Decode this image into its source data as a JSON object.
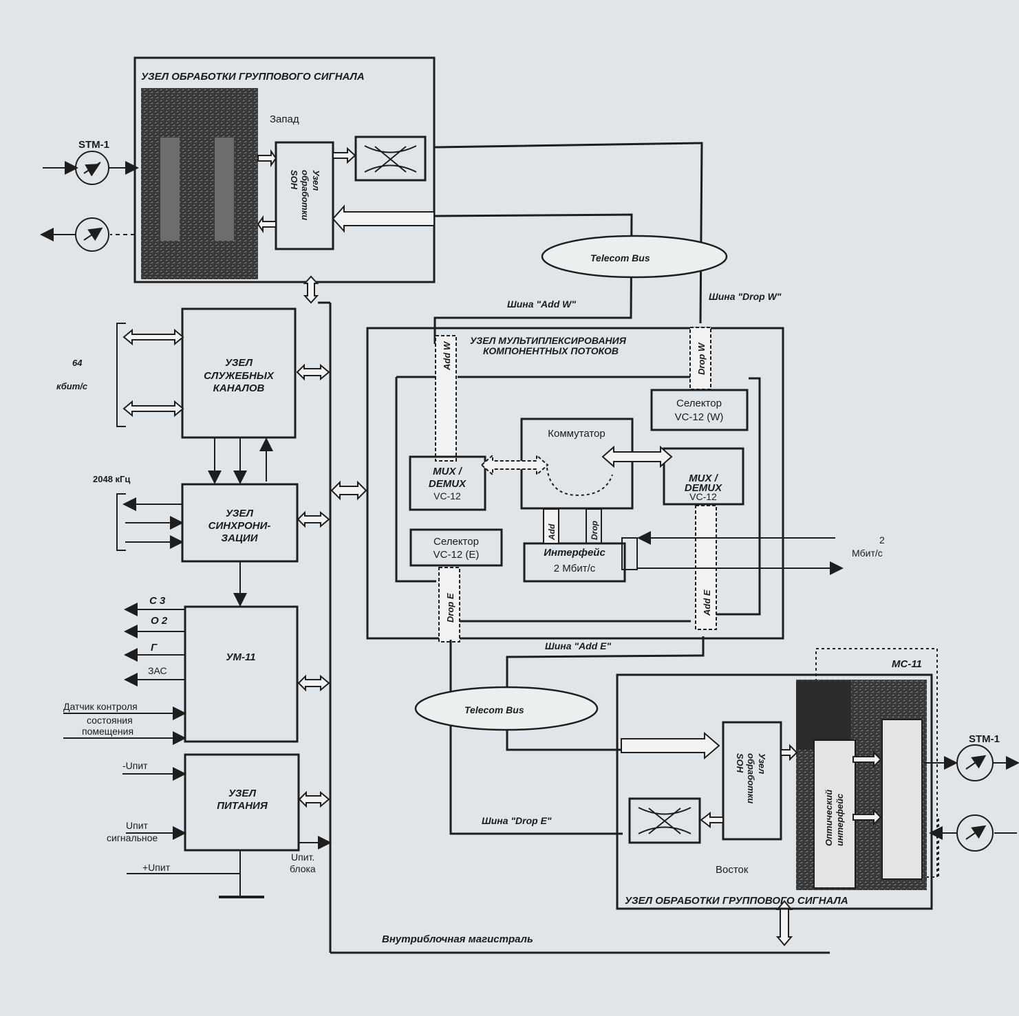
{
  "west": {
    "title": "УЗЕЛ ОБРАБОТКИ ГРУППОВОГО СИГНАЛА",
    "side": "Запад",
    "stm": "STM-1",
    "soh": [
      "Узел",
      "обработки",
      "SOH"
    ]
  },
  "east": {
    "title": "УЗЕЛ ОБРАБОТКИ ГРУППОВОГО СИГНАЛА",
    "side": "Восток",
    "stm": "STM-1",
    "mc": "MC-11",
    "soh": [
      "Узел",
      "обработки",
      "SOH"
    ],
    "optical": [
      "Оптический",
      "интерфейс"
    ]
  },
  "buses": {
    "telecom_top": "Telecom Bus",
    "telecom_bottom": "Telecom Bus",
    "add_w": "Шина \"Add W\"",
    "drop_w": "Шина \"Drop W\"",
    "add_e": "Шина \"Add E\"",
    "drop_e": "Шина \"Drop E\"",
    "internal": "Внутриблочная магистраль"
  },
  "left": {
    "rate64": [
      "64",
      "кбит/с"
    ],
    "service": [
      "УЗЕЛ",
      "СЛУЖЕБНЫХ",
      "КАНАЛОВ"
    ],
    "freq": "2048 кГц",
    "sync": [
      "УЗЕЛ",
      "СИНХРОНИ-",
      "ЗАЦИИ"
    ],
    "um": "УМ-11",
    "c3": "С 3",
    "o2": "О 2",
    "f": "Г",
    "zas": "ЗАС",
    "sensors": [
      "Датчик контроля",
      "состояния",
      "помещения"
    ],
    "power": [
      "УЗЕЛ",
      "ПИТАНИЯ"
    ],
    "upit1": "-Uпит",
    "upit2": [
      "Uпит",
      "сигнальное"
    ],
    "upit3": "+Uпит",
    "upit_blk": [
      "Uпит.",
      "блока"
    ]
  },
  "mux": {
    "title": [
      "УЗЕЛ МУЛЬТИПЛЕКСИРОВАНИЯ",
      "КОМПОНЕНТНЫХ ПОТОКОВ"
    ],
    "add_w": "Add W",
    "drop_w": "Drop W",
    "add_e": "Add E",
    "drop_e": "Drop E",
    "selector_w": [
      "Селектор",
      "VC-12 (W)"
    ],
    "selector_e": [
      "Селектор",
      "VC-12 (E)"
    ],
    "switch": "Коммутатор",
    "mux_left": [
      "MUX /",
      "DEMUX",
      "VC-12"
    ],
    "mux_right": [
      "MUX /",
      "DEMUX",
      "VC-12"
    ],
    "iface": [
      "Интерфейс",
      "2 Мбит/с"
    ],
    "add": "Add",
    "drop": "Drop",
    "rate2": [
      "2",
      "Мбит/с"
    ]
  }
}
